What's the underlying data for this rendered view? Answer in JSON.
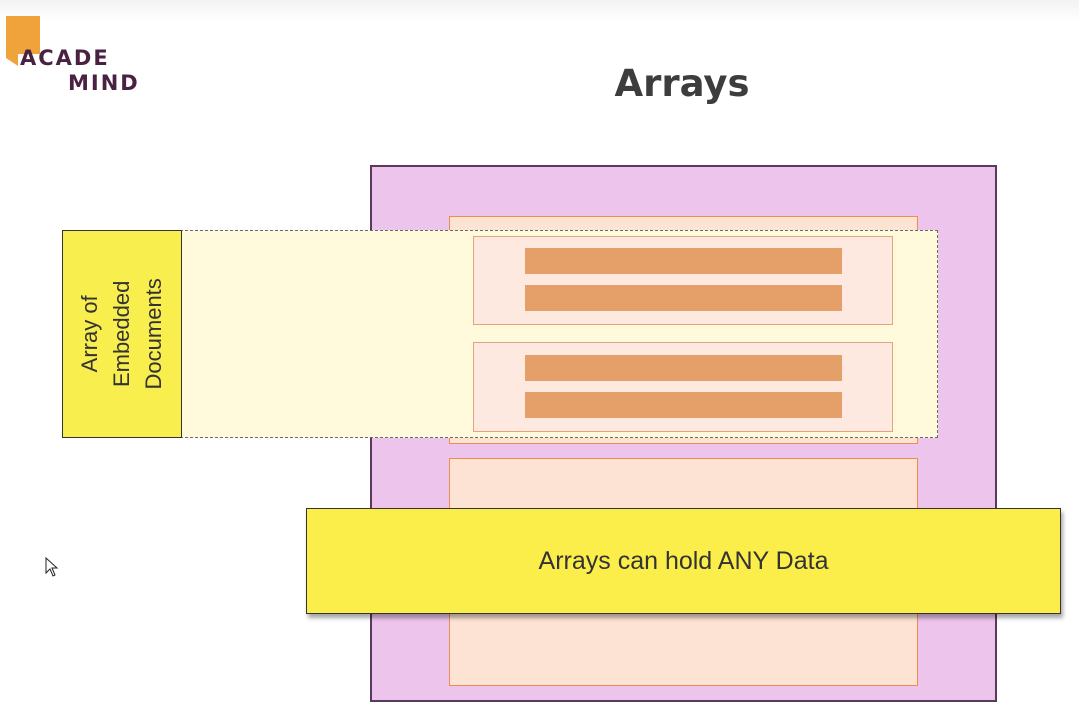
{
  "logo": {
    "line1": "ACADE",
    "line2": "MIND",
    "brand_color": "#4a2140",
    "accent": "#f0a23b"
  },
  "slide": {
    "title": "Arrays"
  },
  "diagram": {
    "array_label_lines": [
      "Array of",
      "Embedded",
      "Documents"
    ],
    "banner_text": "Arrays can hold ANY Data"
  },
  "colors": {
    "document": "#ecc4ec",
    "field": "#fde3d4",
    "highlight": "#fffadb",
    "label": "#f8ee4d",
    "bar": "#e5a06a"
  }
}
